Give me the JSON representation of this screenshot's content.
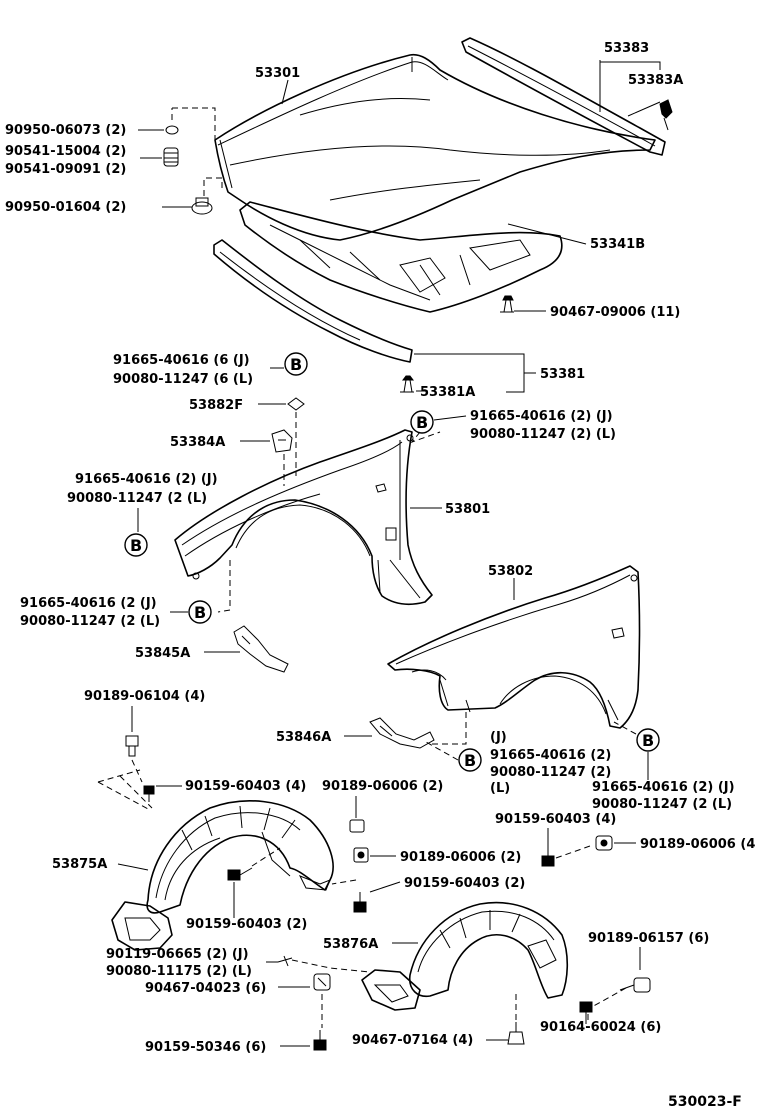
{
  "diagram_id": "530023-F",
  "labels": {
    "hood": "53301",
    "seal_upper": "53383",
    "seal_upper_a": "53383A",
    "cushion_73": "90950-06073 (2)",
    "cushion_15004": "90541-15004 (2)",
    "cushion_09091": "90541-09091 (2)",
    "cushion_01604": "90950-01604 (2)",
    "insulator": "53341B",
    "clip_09006": "90467-09006 (11)",
    "bolt_b1_j": "91665-40616 (6 (J)",
    "bolt_b1_l": "90080-11247 (6 (L)",
    "seal_front": "53381",
    "seal_front_a": "53381A",
    "pad_882f": "53882F",
    "bolt_b2_j": "91665-40616 (2)  (J)",
    "bolt_b2_l": "90080-11247 (2)  (L)",
    "bracket_384a": "53384A",
    "bolt_b3_j": "91665-40616 (2)  (J)",
    "bolt_b3_l": "90080-11247 (2  (L)",
    "fender_rh": "53801",
    "fender_lh": "53802",
    "bolt_b4_j": "91665-40616 (2 (J)",
    "bolt_b4_l": "90080-11247 (2  (L)",
    "bracket_845a": "53845A",
    "bracket_846a": "53846A",
    "bolt_b5_j": "(J)",
    "bolt_b5_j_num": "91665-40616 (2)",
    "bolt_b5_l_num": "90080-11247 (2)",
    "bolt_b5_l": "(L)",
    "bolt_b6_j": "91665-40616 (2)  (J)",
    "bolt_b6_l": "90080-11247 (2  (L)",
    "bolt_06104": "90189-06104 (4)",
    "bolt_60403_a": "90159-60403 (4)",
    "bolt_06006_a": "90189-06006 (2)",
    "bolt_60403_b": "90159-60403 (4)",
    "bolt_06006_b": "90189-06006 (4",
    "liner_rh": "53875A",
    "bolt_06006_c": "90189-06006 (2)",
    "bolt_60403_c": "90159-60403 (2)",
    "bolt_60403_d": "90159-60403 (2)",
    "bolt_06665_j": "90119-06665 (2) (J)",
    "bolt_11175_l": "90080-11175 (2) (L)",
    "liner_lh": "53876A",
    "bolt_06157": "90189-06157 (6)",
    "clip_04023": "90467-04023 (6)",
    "bolt_50346": "90159-50346 (6)",
    "clip_07164": "90467-07164 (4)",
    "screw_60024": "90164-60024 (6)",
    "callout_b": "B"
  }
}
